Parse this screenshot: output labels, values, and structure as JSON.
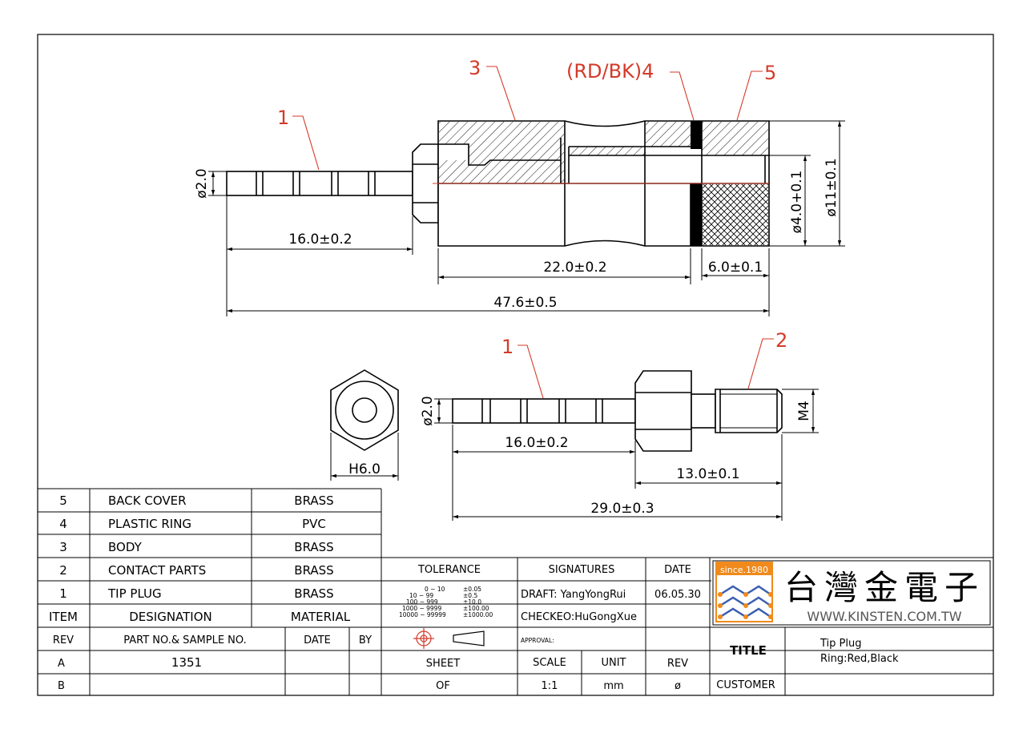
{
  "callouts": {
    "c1_top": "1",
    "c3": "3",
    "c4": "(RD/BK)4",
    "c5": "5",
    "c1_bottom": "1",
    "c2": "2"
  },
  "dimensions": {
    "top_dia_tip": "ø2.0",
    "top_tip_len": "16.0±0.2",
    "top_body_len": "22.0±0.2",
    "top_cover_len": "6.0±0.1",
    "top_total_len": "47.6±0.5",
    "top_inner_dia": "ø4.0+0.1",
    "top_outer_dia": "ø11±0.1",
    "bot_dia_tip": "ø2.0",
    "bot_tip_len": "16.0±0.2",
    "bot_contact_len": "13.0±0.1",
    "bot_total_len": "29.0±0.3",
    "thread": "M4",
    "hex": "H6.0"
  },
  "bom": {
    "rows": [
      {
        "item": "5",
        "designation": "BACK COVER",
        "material": "BRASS"
      },
      {
        "item": "4",
        "designation": "PLASTIC RING",
        "material": "PVC"
      },
      {
        "item": "3",
        "designation": "BODY",
        "material": "BRASS"
      },
      {
        "item": "2",
        "designation": "CONTACT PARTS",
        "material": "BRASS"
      },
      {
        "item": "1",
        "designation": "TIP PLUG",
        "material": "BRASS"
      }
    ],
    "header": {
      "item": "ITEM",
      "designation": "DESIGNATION",
      "material": "MATERIAL"
    }
  },
  "revision": {
    "header": {
      "rev": "REV",
      "part": "PART NO.& SAMPLE NO.",
      "date": "DATE",
      "by": "BY"
    },
    "rows": [
      {
        "rev": "A",
        "part": "1351",
        "date": "",
        "by": ""
      },
      {
        "rev": "B",
        "part": "",
        "date": "",
        "by": ""
      }
    ]
  },
  "tolerance": {
    "title": "TOLERANCE",
    "ranges": [
      "0 − 10",
      "10 − 99",
      "100 − 999",
      "1000 − 9999",
      "10000 − 99999"
    ],
    "values": [
      "±0.05",
      "±0.5",
      "±10.0",
      "±100.00",
      "±1000.00"
    ]
  },
  "signatures": {
    "title": "SIGNATURES",
    "date_label": "DATE",
    "draft": "DRAFT: YangYongRui",
    "date_value": "06.05.30",
    "checked": "CHECKEO:HuGongXue",
    "approval": "APPROVAL:"
  },
  "footer": {
    "sheet": "SHEET",
    "of": "OF",
    "scale_label": "SCALE",
    "scale": "1:1",
    "unit_label": "UNIT",
    "unit": "mm",
    "rev_label": "REV",
    "rev_value": "ø",
    "title_label": "TITLE",
    "title_line1": "Tip Plug",
    "title_line2": "Ring:Red,Black",
    "customer_label": "CUSTOMER"
  },
  "logo": {
    "since": "since.1980",
    "company": "台灣金電子",
    "url": "WWW.KINSTEN.COM.TW"
  },
  "colors": {
    "callout": "#d43a2a",
    "line": "#000000",
    "logo_orange": "#f08a1c",
    "logo_blue": "#3b5fb0"
  }
}
